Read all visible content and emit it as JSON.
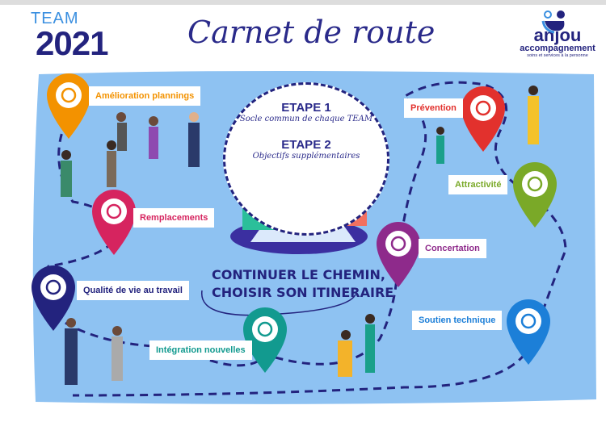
{
  "header": {
    "team": "TEAM",
    "year": "2021",
    "title": "Carnet de route"
  },
  "logo": {
    "name": "anjou",
    "sub": "accompagnement",
    "tagline": "soins et services à la personne"
  },
  "center": {
    "etape1": "ETAPE 1",
    "etape1_desc": "Socle commun de chaque TEAM",
    "etape2": "ETAPE 2",
    "etape2_desc": "Objectifs supplémentaires",
    "slogan_line1": "CONTINUER LE CHEMIN,",
    "slogan_line2": "CHOISIR SON ITINERAIRE"
  },
  "milestones": [
    {
      "label": "Amélioration plannings",
      "color": "#f39200",
      "icon": "clipboard-icon"
    },
    {
      "label": "Remplacements",
      "color": "#d6245f",
      "icon": "user-rotate-icon"
    },
    {
      "label": "Qualité de vie au travail",
      "color": "#23237e",
      "icon": "badge-check-icon"
    },
    {
      "label": "Intégration nouvelles",
      "color": "#129a8f",
      "icon": "user-add-icon"
    },
    {
      "label": "Concertation",
      "color": "#8e2a8b",
      "icon": "group-icon"
    },
    {
      "label": "Prévention",
      "color": "#e2312d",
      "icon": "hand-icon"
    },
    {
      "label": "Attractivité",
      "color": "#7aa928",
      "icon": "heart-icon"
    },
    {
      "label": "Soutien technique",
      "color": "#1c7fd8",
      "icon": "headset-icon"
    }
  ],
  "colors": {
    "map": "#8ec2f2",
    "path": "#23237e"
  }
}
